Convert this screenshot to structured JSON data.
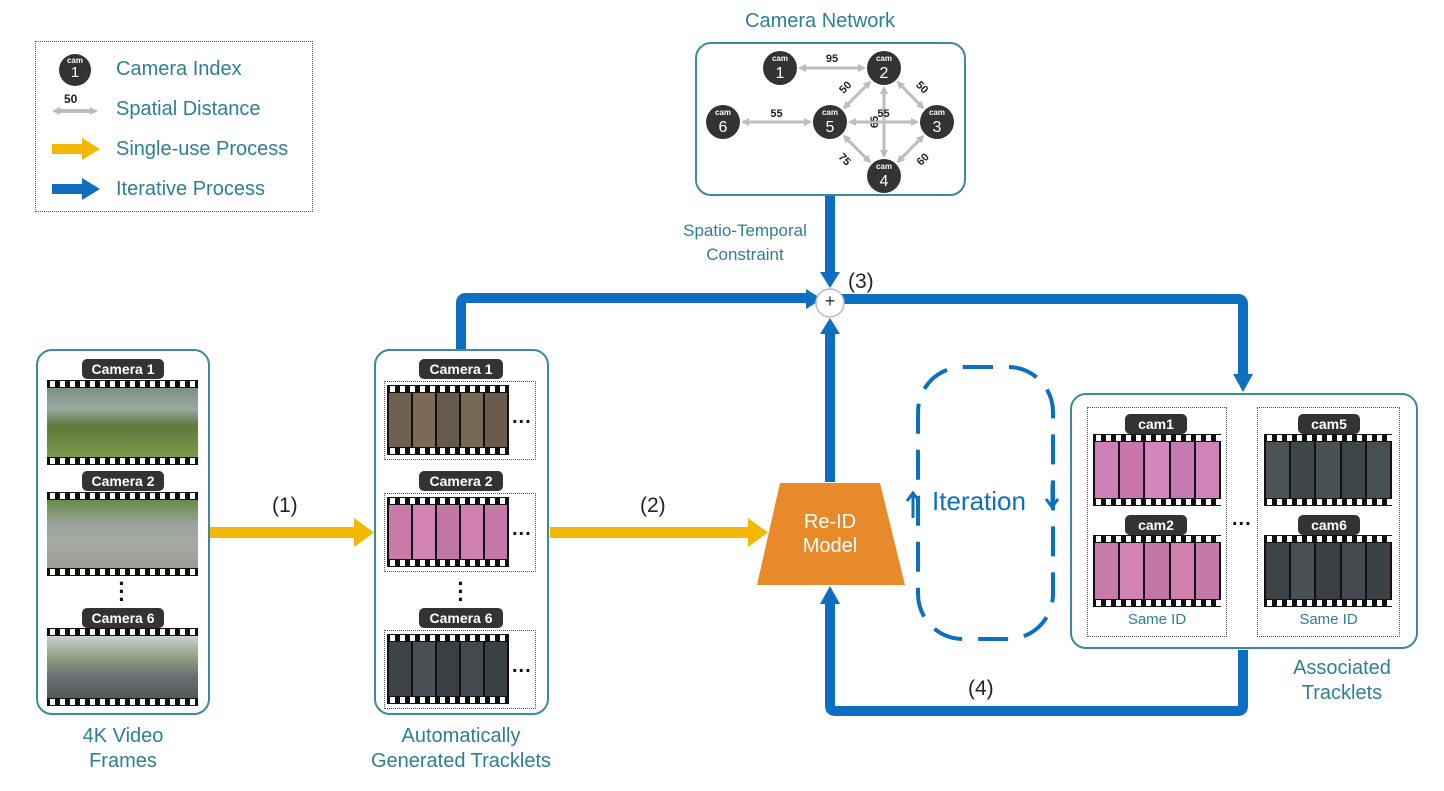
{
  "legend": {
    "cam_badge_top": "cam",
    "cam_badge_num": "1",
    "camera_index": "Camera Index",
    "distance_value": "50",
    "spatial_distance": "Spatial Distance",
    "single_use": "Single-use Process",
    "iterative": "Iterative Process"
  },
  "network": {
    "title": "Camera Network",
    "cam_label": "cam",
    "nodes": [
      "1",
      "2",
      "3",
      "4",
      "5",
      "6"
    ],
    "edges": [
      {
        "label": "95"
      },
      {
        "label": "50"
      },
      {
        "label": "50"
      },
      {
        "label": "55"
      },
      {
        "label": "65"
      },
      {
        "label": "55"
      },
      {
        "label": "75"
      },
      {
        "label": "60"
      }
    ]
  },
  "constraint_label": [
    "Spatio-Temporal",
    "Constraint"
  ],
  "steps": {
    "s1": "(1)",
    "s2": "(2)",
    "s3": "(3)",
    "s4": "(4)",
    "plus": "+"
  },
  "video_panel": {
    "cameras": [
      "Camera 1",
      "Camera 2",
      "Camera 6"
    ],
    "caption": [
      "4K Video",
      "Frames"
    ]
  },
  "tracklet_panel": {
    "cameras": [
      "Camera 1",
      "Camera 2",
      "Camera 6"
    ],
    "ellipsis": "...",
    "caption": [
      "Automatically",
      "Generated Tracklets"
    ]
  },
  "reid": {
    "label": [
      "Re-ID",
      "Model"
    ]
  },
  "iteration_label": "Iteration",
  "associated": {
    "left_cams": [
      "cam1",
      "cam2"
    ],
    "right_cams": [
      "cam5",
      "cam6"
    ],
    "same_id": "Same ID",
    "ellipsis": "...",
    "caption": [
      "Associated",
      "Tracklets"
    ]
  },
  "colors": {
    "teal": "#2f7f94",
    "blue_arrow": "#0e6fc2",
    "yellow_arrow": "#f5b800",
    "gray_arrow": "#bdbdbd",
    "reid_orange": "#e8892a",
    "node_dark": "#333333"
  }
}
